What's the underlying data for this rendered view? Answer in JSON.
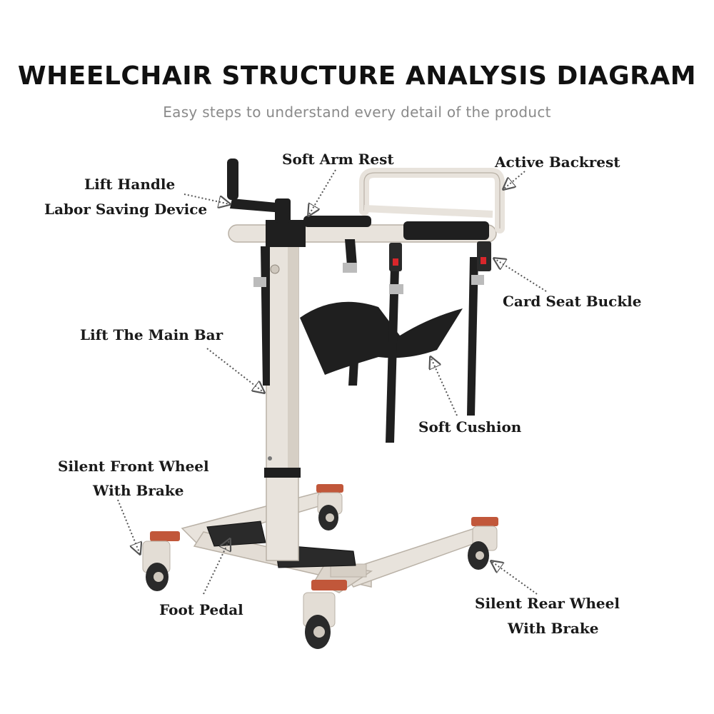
{
  "header": {
    "title": "WHEELCHAIR STRUCTURE ANALYSIS DIAGRAM",
    "subtitle": "Easy steps to understand every detail of the product"
  },
  "labels": {
    "soft_arm_rest": "Soft Arm Rest",
    "active_backrest": "Active Backrest",
    "lift_handle_line1": "Lift Handle",
    "lift_handle_line2": "Labor Saving Device",
    "card_seat_buckle": "Card Seat Buckle",
    "lift_main_bar": "Lift The Main Bar",
    "soft_cushion": "Soft Cushion",
    "front_wheel_line1": "Silent Front Wheel",
    "front_wheel_line2": "With Brake",
    "foot_pedal": "Foot Pedal",
    "rear_wheel_line1": "Silent Rear Wheel",
    "rear_wheel_line2": "With Brake"
  },
  "colors": {
    "frame": "#e8e3dc",
    "frame_shade": "#cfc8be",
    "dark": "#1c1c1c",
    "brake": "#c1573a",
    "buckle_red": "#d9262b",
    "text": "#1a1a1a",
    "subtitle": "#8a8a8a"
  }
}
